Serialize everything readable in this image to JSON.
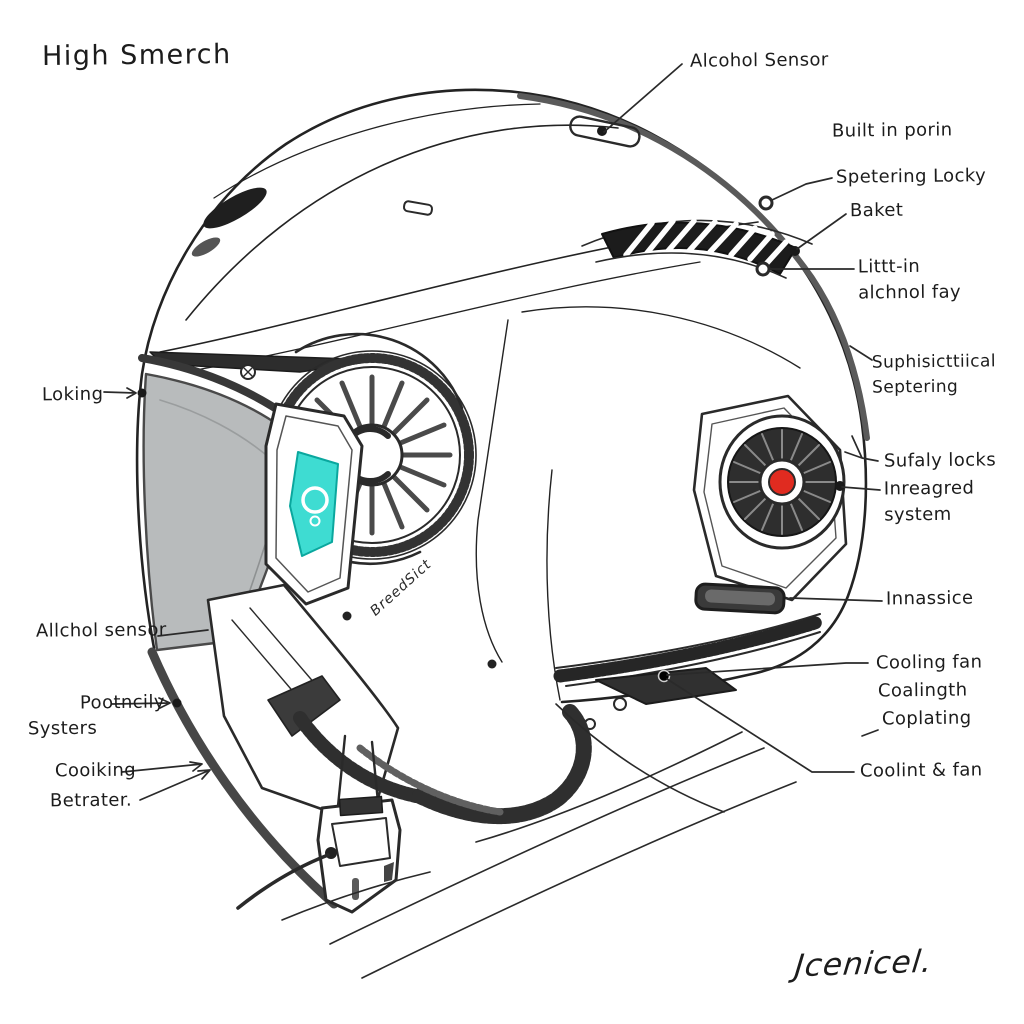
{
  "title": "High Smerch",
  "signature": "Jcenicel.",
  "helmet_inscription": "BreedSict",
  "colors": {
    "ink": "#1f1f1f",
    "screen_cyan": "#3EDCD2",
    "fan_red": "#E02B20",
    "visor_gray": "#B8BBBC"
  },
  "labels": {
    "alcohol_sensor": "Alcohol Sensor",
    "built_in_porin": "Built in porin",
    "spetering_locky": "Spetering Locky",
    "baket": "Baket",
    "littt_in": {
      "line1": "Littt-in",
      "line2": "alchnol fay"
    },
    "suphisicttiical": {
      "line1": "Suphisicttiical",
      "line2": "Septering"
    },
    "sufaly_locks": "Sufaly locks",
    "inreagred": {
      "line1": "Inreagred",
      "line2": "system"
    },
    "innassice": "Innassice",
    "cooling_fan": "Cooling fan",
    "coalingth": "Coalingth",
    "coplating": "Coplating",
    "coolint_fan": "Coolint & fan",
    "loking": "Loking",
    "allchol_sensor": "Allchol sensor",
    "pootncily": {
      "line1": "Pootncily",
      "line2": "Systers"
    },
    "cooiking": "Cooiking",
    "betrater": "Betrater."
  }
}
